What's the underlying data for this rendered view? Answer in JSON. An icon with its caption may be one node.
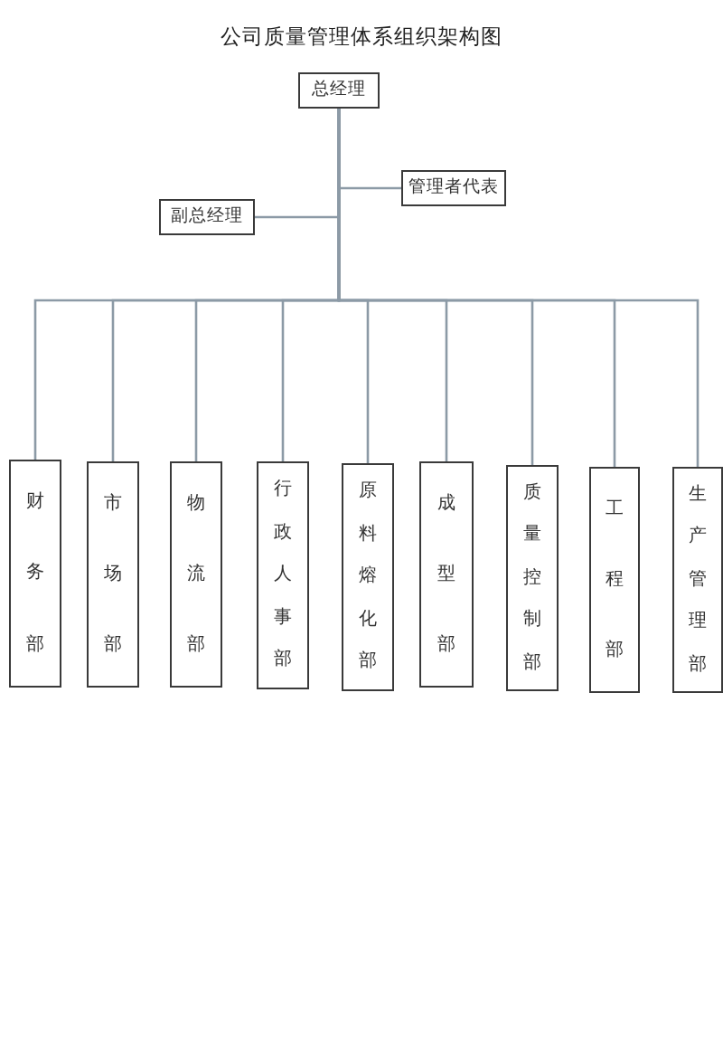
{
  "diagram": {
    "title": "公司质量管理体系组织架构图",
    "nodes": [
      {
        "text": [
          "总经理"
        ]
      },
      {
        "text": [
          "管理者代表"
        ]
      },
      {
        "text": [
          "副总经理"
        ]
      },
      {
        "text": [
          "财务部"
        ]
      },
      {
        "text": [
          "市场部"
        ]
      },
      {
        "text": [
          "物流部"
        ]
      },
      {
        "text": [
          "行政人事部"
        ]
      },
      {
        "text": [
          "原料熔化部"
        ]
      },
      {
        "text": [
          "成型部"
        ]
      },
      {
        "text": [
          "质量控制部"
        ]
      },
      {
        "text": [
          "工程部"
        ]
      },
      {
        "text": [
          "生产管理部"
        ]
      }
    ],
    "edges": [
      {
        "from": 0,
        "to": 1,
        "arrow": "none"
      },
      {
        "from": 0,
        "to": 2,
        "arrow": "none"
      },
      {
        "from": 0,
        "to": 3,
        "arrow": "none"
      },
      {
        "from": 0,
        "to": 4,
        "arrow": "none"
      },
      {
        "from": 0,
        "to": 5,
        "arrow": "none"
      },
      {
        "from": 0,
        "to": 6,
        "arrow": "none"
      },
      {
        "from": 0,
        "to": 7,
        "arrow": "none"
      },
      {
        "from": 0,
        "to": 8,
        "arrow": "none"
      },
      {
        "from": 0,
        "to": 9,
        "arrow": "none"
      },
      {
        "from": 0,
        "to": 10,
        "arrow": "none"
      },
      {
        "from": 0,
        "to": 11,
        "arrow": "none"
      }
    ]
  }
}
